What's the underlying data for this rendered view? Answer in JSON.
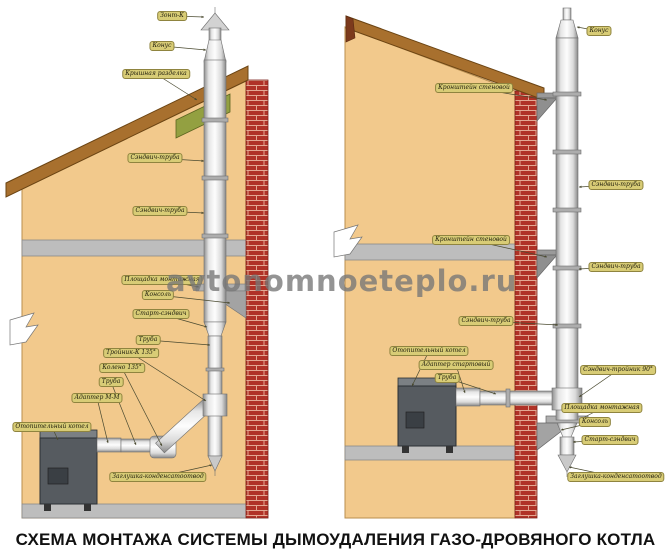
{
  "title": "СХЕМА МОНТАЖА СИСТЕМЫ ДЫМОУДАЛЕНИЯ ГАЗО-ДРОВЯНОГО КОТЛА",
  "watermark": "avtonomnoeteplo.ru",
  "colors": {
    "wall": "#f2c98c",
    "brick": "#b03227",
    "brick_mortar": "#e3a893",
    "roof": "#a8702e",
    "slab": "#bdbdbd",
    "flashing": "#93a041",
    "pipe_light": "#fdfdfd",
    "pipe_dark": "#8f8f8f",
    "label_bg": "#d8cc76",
    "watermark_gray": "#787878",
    "title_color": "#111111"
  },
  "left_diagram": {
    "labels": [
      "Зонт-К",
      "Конус",
      "Крышная разделка",
      "Сэндвич-труба",
      "Сэндвич-труба",
      "Площадка монтажная",
      "Консоль",
      "Старт-сэндвич",
      "Труба",
      "Тройник-К 135°",
      "Колено 135°",
      "Труба",
      "Адаптер М-М",
      "Отопительный котел",
      "Заглушка-конденсатоотвод"
    ]
  },
  "right_diagram": {
    "labels": [
      "Конус",
      "Кронштейн стеновой",
      "Сэндвич-труба",
      "Кронштейн стеновой",
      "Сэндвич-труба",
      "Сэндвич-труба",
      "Отопительный котел",
      "Адаптер стартовый",
      "Труба",
      "Сэндвич-тройник 90°",
      "Площадка монтажная",
      "Консоль",
      "Старт-сэндвич",
      "Заглушка-конденсатоотвод"
    ]
  }
}
